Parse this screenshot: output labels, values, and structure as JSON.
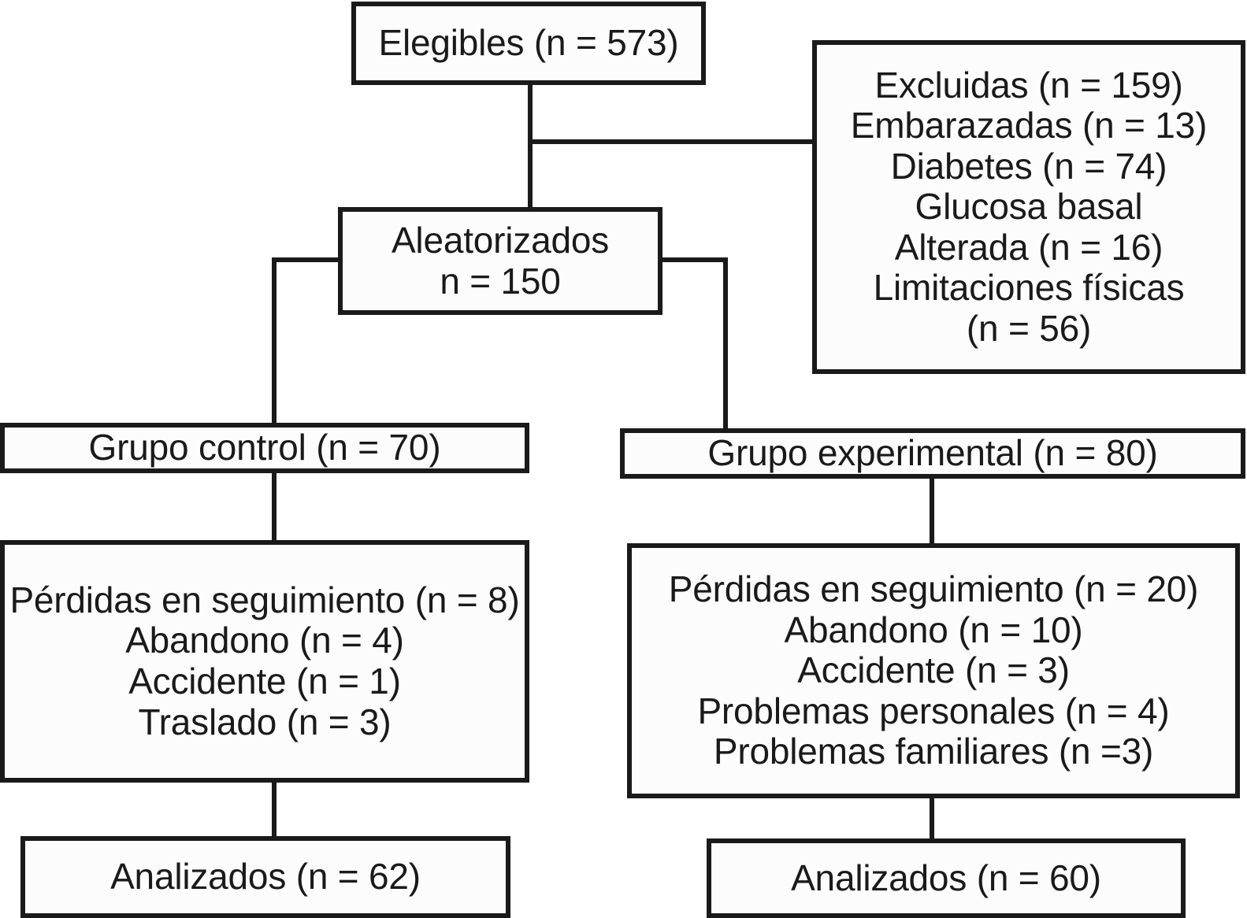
{
  "diagram": {
    "title": "CONSORT participant flow diagram",
    "type": "flowchart",
    "language": "es",
    "colors": {
      "stroke": "#1a1a1a",
      "fill": "#fdfcfc",
      "background": "#ffffff"
    }
  },
  "nodes": {
    "eligible": {
      "id": "eligible",
      "lines": [
        "Elegibles (n = 573)"
      ]
    },
    "excluded": {
      "id": "excluded",
      "lines": [
        "Excluidas (n = 159)",
        "Embarazadas (n = 13)",
        "Diabetes (n = 74)",
        "Glucosa basal",
        "Alterada (n = 16)",
        "Limitaciones físicas",
        "(n = 56)"
      ]
    },
    "randomized": {
      "id": "randomized",
      "lines": [
        "Aleatorizados",
        "n = 150"
      ]
    },
    "control_group": {
      "id": "control_group",
      "lines": [
        "Grupo control (n = 70)"
      ]
    },
    "experimental_group": {
      "id": "experimental_group",
      "lines": [
        "Grupo experimental (n = 80)"
      ]
    },
    "loss_control": {
      "id": "loss_control",
      "lines": [
        "Pérdidas en seguimiento (n = 8)",
        "Abandono (n = 4)",
        "Accidente (n = 1)",
        "Traslado (n = 3)"
      ]
    },
    "loss_experimental": {
      "id": "loss_experimental",
      "lines": [
        "Pérdidas en seguimiento (n = 20)",
        "Abandono (n = 10)",
        "Accidente (n = 3)",
        "Problemas personales (n = 4)",
        "Problemas familiares (n =3)"
      ]
    },
    "analyzed_control": {
      "id": "analyzed_control",
      "lines": [
        "Analizados (n = 62)"
      ]
    },
    "analyzed_experimental": {
      "id": "analyzed_experimental",
      "lines": [
        "Analizados (n = 60)"
      ]
    }
  },
  "chart_data": {
    "type": "diagram",
    "title": "CONSORT flow diagram",
    "counts": {
      "elegibles": 573,
      "excluidas_total": 159,
      "excluidas_embarazadas": 13,
      "excluidas_diabetes": 74,
      "excluidas_glucosa_basal_alterada": 16,
      "excluidas_limitaciones_fisicas": 56,
      "aleatorizados": 150,
      "grupo_control": 70,
      "grupo_experimental": 80,
      "perdidas_control_total": 8,
      "perdidas_control_abandono": 4,
      "perdidas_control_accidente": 1,
      "perdidas_control_traslado": 3,
      "perdidas_experimental_total": 20,
      "perdidas_experimental_abandono": 10,
      "perdidas_experimental_accidente": 3,
      "perdidas_experimental_problemas_personales": 4,
      "perdidas_experimental_problemas_familiares": 3,
      "analizados_control": 62,
      "analizados_experimental": 60
    },
    "edges": [
      {
        "from": "eligible",
        "to": "excluded"
      },
      {
        "from": "eligible",
        "to": "randomized"
      },
      {
        "from": "randomized",
        "to": "control_group"
      },
      {
        "from": "randomized",
        "to": "experimental_group"
      },
      {
        "from": "control_group",
        "to": "loss_control"
      },
      {
        "from": "experimental_group",
        "to": "loss_experimental"
      },
      {
        "from": "loss_control",
        "to": "analyzed_control"
      },
      {
        "from": "loss_experimental",
        "to": "analyzed_experimental"
      }
    ]
  }
}
